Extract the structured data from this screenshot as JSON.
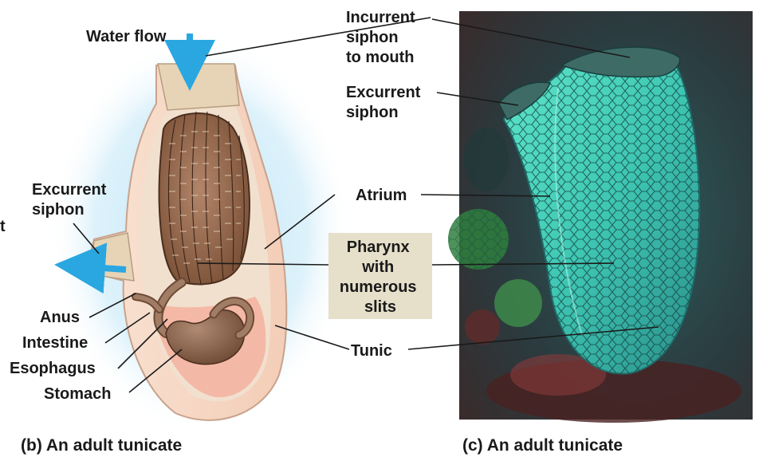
{
  "labels": {
    "water_flow": "Water flow",
    "excurrent_siphon_left": [
      "Excurrent",
      "siphon"
    ],
    "anus": "Anus",
    "intestine": "Intestine",
    "esophagus": "Esophagus",
    "stomach": "Stomach",
    "incurrent_siphon": [
      "Incurrent",
      "siphon",
      "to mouth"
    ],
    "excurrent_siphon_right": [
      "Excurrent",
      "siphon"
    ],
    "atrium": "Atrium",
    "pharynx": [
      "Pharynx",
      "with",
      "numerous",
      "slits"
    ],
    "tunic": "Tunic",
    "edge_letter": "t"
  },
  "captions": {
    "left": "(b) An adult tunicate",
    "right": "(c) An adult tunicate"
  },
  "colors": {
    "water_arrow": "#2aa7e0",
    "tunic_fill": "#f6d9c6",
    "siphon_fill": "#e5d2b4",
    "pharynx_fill": "#9a6a4c",
    "gut_fill": "#8e6a52",
    "atrium_fill": "#f4b9a6",
    "label_box": "#e6dfca",
    "photo_green": "#4fd8c2"
  }
}
